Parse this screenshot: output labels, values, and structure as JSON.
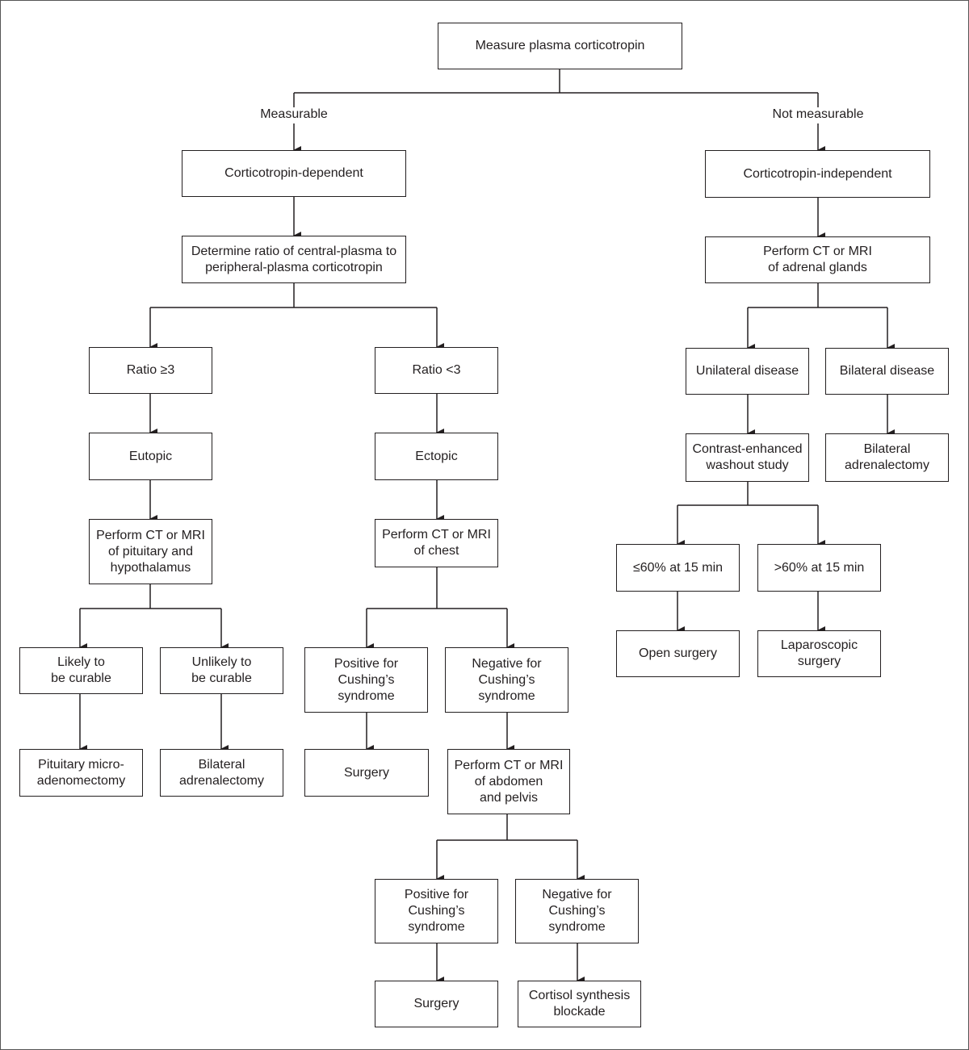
{
  "nodes": {
    "measure": "Measure plasma corticotropin",
    "dependent": "Corticotropin-dependent",
    "independent": "Corticotropin-independent",
    "ratio_determine": "Determine ratio of central-plasma to\nperipheral-plasma corticotropin",
    "adrenal_ct": "Perform CT or MRI\nof adrenal glands",
    "ratio_ge3": "Ratio ≥3",
    "ratio_lt3": "Ratio <3",
    "unilateral": "Unilateral disease",
    "bilateral_disease": "Bilateral disease",
    "eutopic": "Eutopic",
    "ectopic": "Ectopic",
    "washout": "Contrast-enhanced\nwashout study",
    "bilateral_adx_right": "Bilateral\nadrenalectomy",
    "pituitary_ct": "Perform CT or MRI\nof pituitary and\nhypothalamus",
    "chest_ct": "Perform CT or MRI\nof chest",
    "le60": "≤60% at 15 min",
    "gt60": ">60% at 15 min",
    "open_surgery": "Open surgery",
    "laparoscopic": "Laparoscopic\nsurgery",
    "likely": "Likely to\nbe curable",
    "unlikely": "Unlikely to\nbe curable",
    "pos_chest": "Positive for\nCushing’s\nsyndrome",
    "neg_chest": "Negative for\nCushing’s\nsyndrome",
    "micro": "Pituitary micro-\nadenomectomy",
    "bilateral_adx_left": "Bilateral\nadrenalectomy",
    "surgery1": "Surgery",
    "abdomen_ct": "Perform CT or MRI\nof abdomen\nand pelvis",
    "pos_abd": "Positive for\nCushing’s\nsyndrome",
    "neg_abd": "Negative for\nCushing’s\nsyndrome",
    "surgery2": "Surgery",
    "cortisol": "Cortisol synthesis\nblockade"
  },
  "edge_labels": {
    "measurable": "Measurable",
    "not_measurable": "Not measurable"
  }
}
